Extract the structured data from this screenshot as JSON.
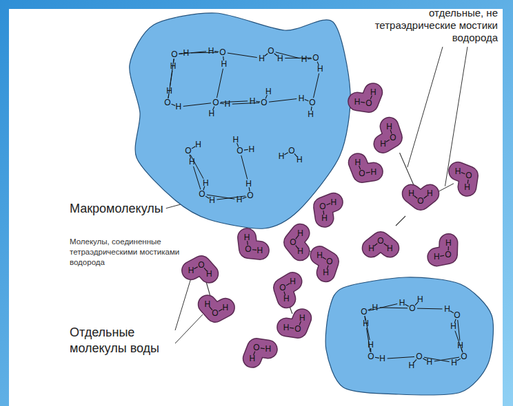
{
  "diagram": {
    "nodes": [
      {
        "text": [
          "H",
          "O",
          "H",
          "H",
          "O",
          "H",
          "H",
          "O",
          "H",
          "H",
          "O",
          "H",
          "H",
          "O",
          "H",
          "H",
          "O",
          "H",
          "H",
          "O",
          "H",
          "H",
          "O",
          "H",
          "H",
          "O",
          "H",
          "H",
          "O",
          "H",
          "H",
          "O",
          "H",
          "H",
          "O",
          "H",
          "H",
          "O",
          "H"
        ]
      },
      {
        "text": [
          "H",
          "O",
          "H"
        ]
      },
      {
        "text": [
          "H",
          "O",
          "H"
        ]
      },
      {
        "text": [
          "H",
          "O",
          "H"
        ]
      },
      {
        "text": [
          "H",
          "O",
          "H"
        ]
      },
      {
        "text": [
          "H",
          "O",
          "H"
        ]
      },
      {
        "text": [
          "H",
          "O",
          "H"
        ]
      },
      {
        "text": [
          "H",
          "O",
          "H"
        ]
      },
      {
        "text": [
          "H",
          "O",
          "H"
        ]
      },
      {
        "text": [
          "H",
          "O",
          "H"
        ]
      },
      {
        "text": [
          "H",
          "O",
          "H"
        ]
      },
      {
        "text": [
          "H",
          "O",
          "H"
        ]
      },
      {
        "text": [
          "H",
          "O",
          "H"
        ]
      },
      {
        "text": [
          "H",
          "O",
          "H"
        ]
      },
      {
        "text": [
          "H",
          "O",
          "H"
        ]
      },
      {
        "text": [
          "H",
          "O",
          "H"
        ]
      },
      {
        "text": [
          "H",
          "O",
          "H"
        ]
      },
      {
        "text": [
          "H",
          "O",
          "H",
          "H",
          "O",
          "H",
          "H",
          "O",
          "H",
          "H",
          "O",
          "H",
          "H",
          "O",
          "H",
          "H",
          "O",
          "H"
        ]
      }
    ],
    "edges": [
      {
        "from": 5,
        "to": 2,
        "arrow": "none"
      },
      {
        "from": 5,
        "to": 4,
        "arrow": "none"
      },
      {
        "from": 5,
        "to": 10,
        "arrow": "none"
      },
      {
        "from": 8,
        "to": 9,
        "arrow": "none"
      },
      {
        "from": 12,
        "to": 13,
        "arrow": "none"
      },
      {
        "from": 14,
        "to": 15,
        "arrow": "none"
      }
    ],
    "labels": [
      "отдельные, не тетраэдрические мостики водорода",
      "Макромолекулы",
      "Молекулы, соединенные тетраэдрическими мостиками водорода",
      "Отдельные молекулы воды"
    ]
  }
}
